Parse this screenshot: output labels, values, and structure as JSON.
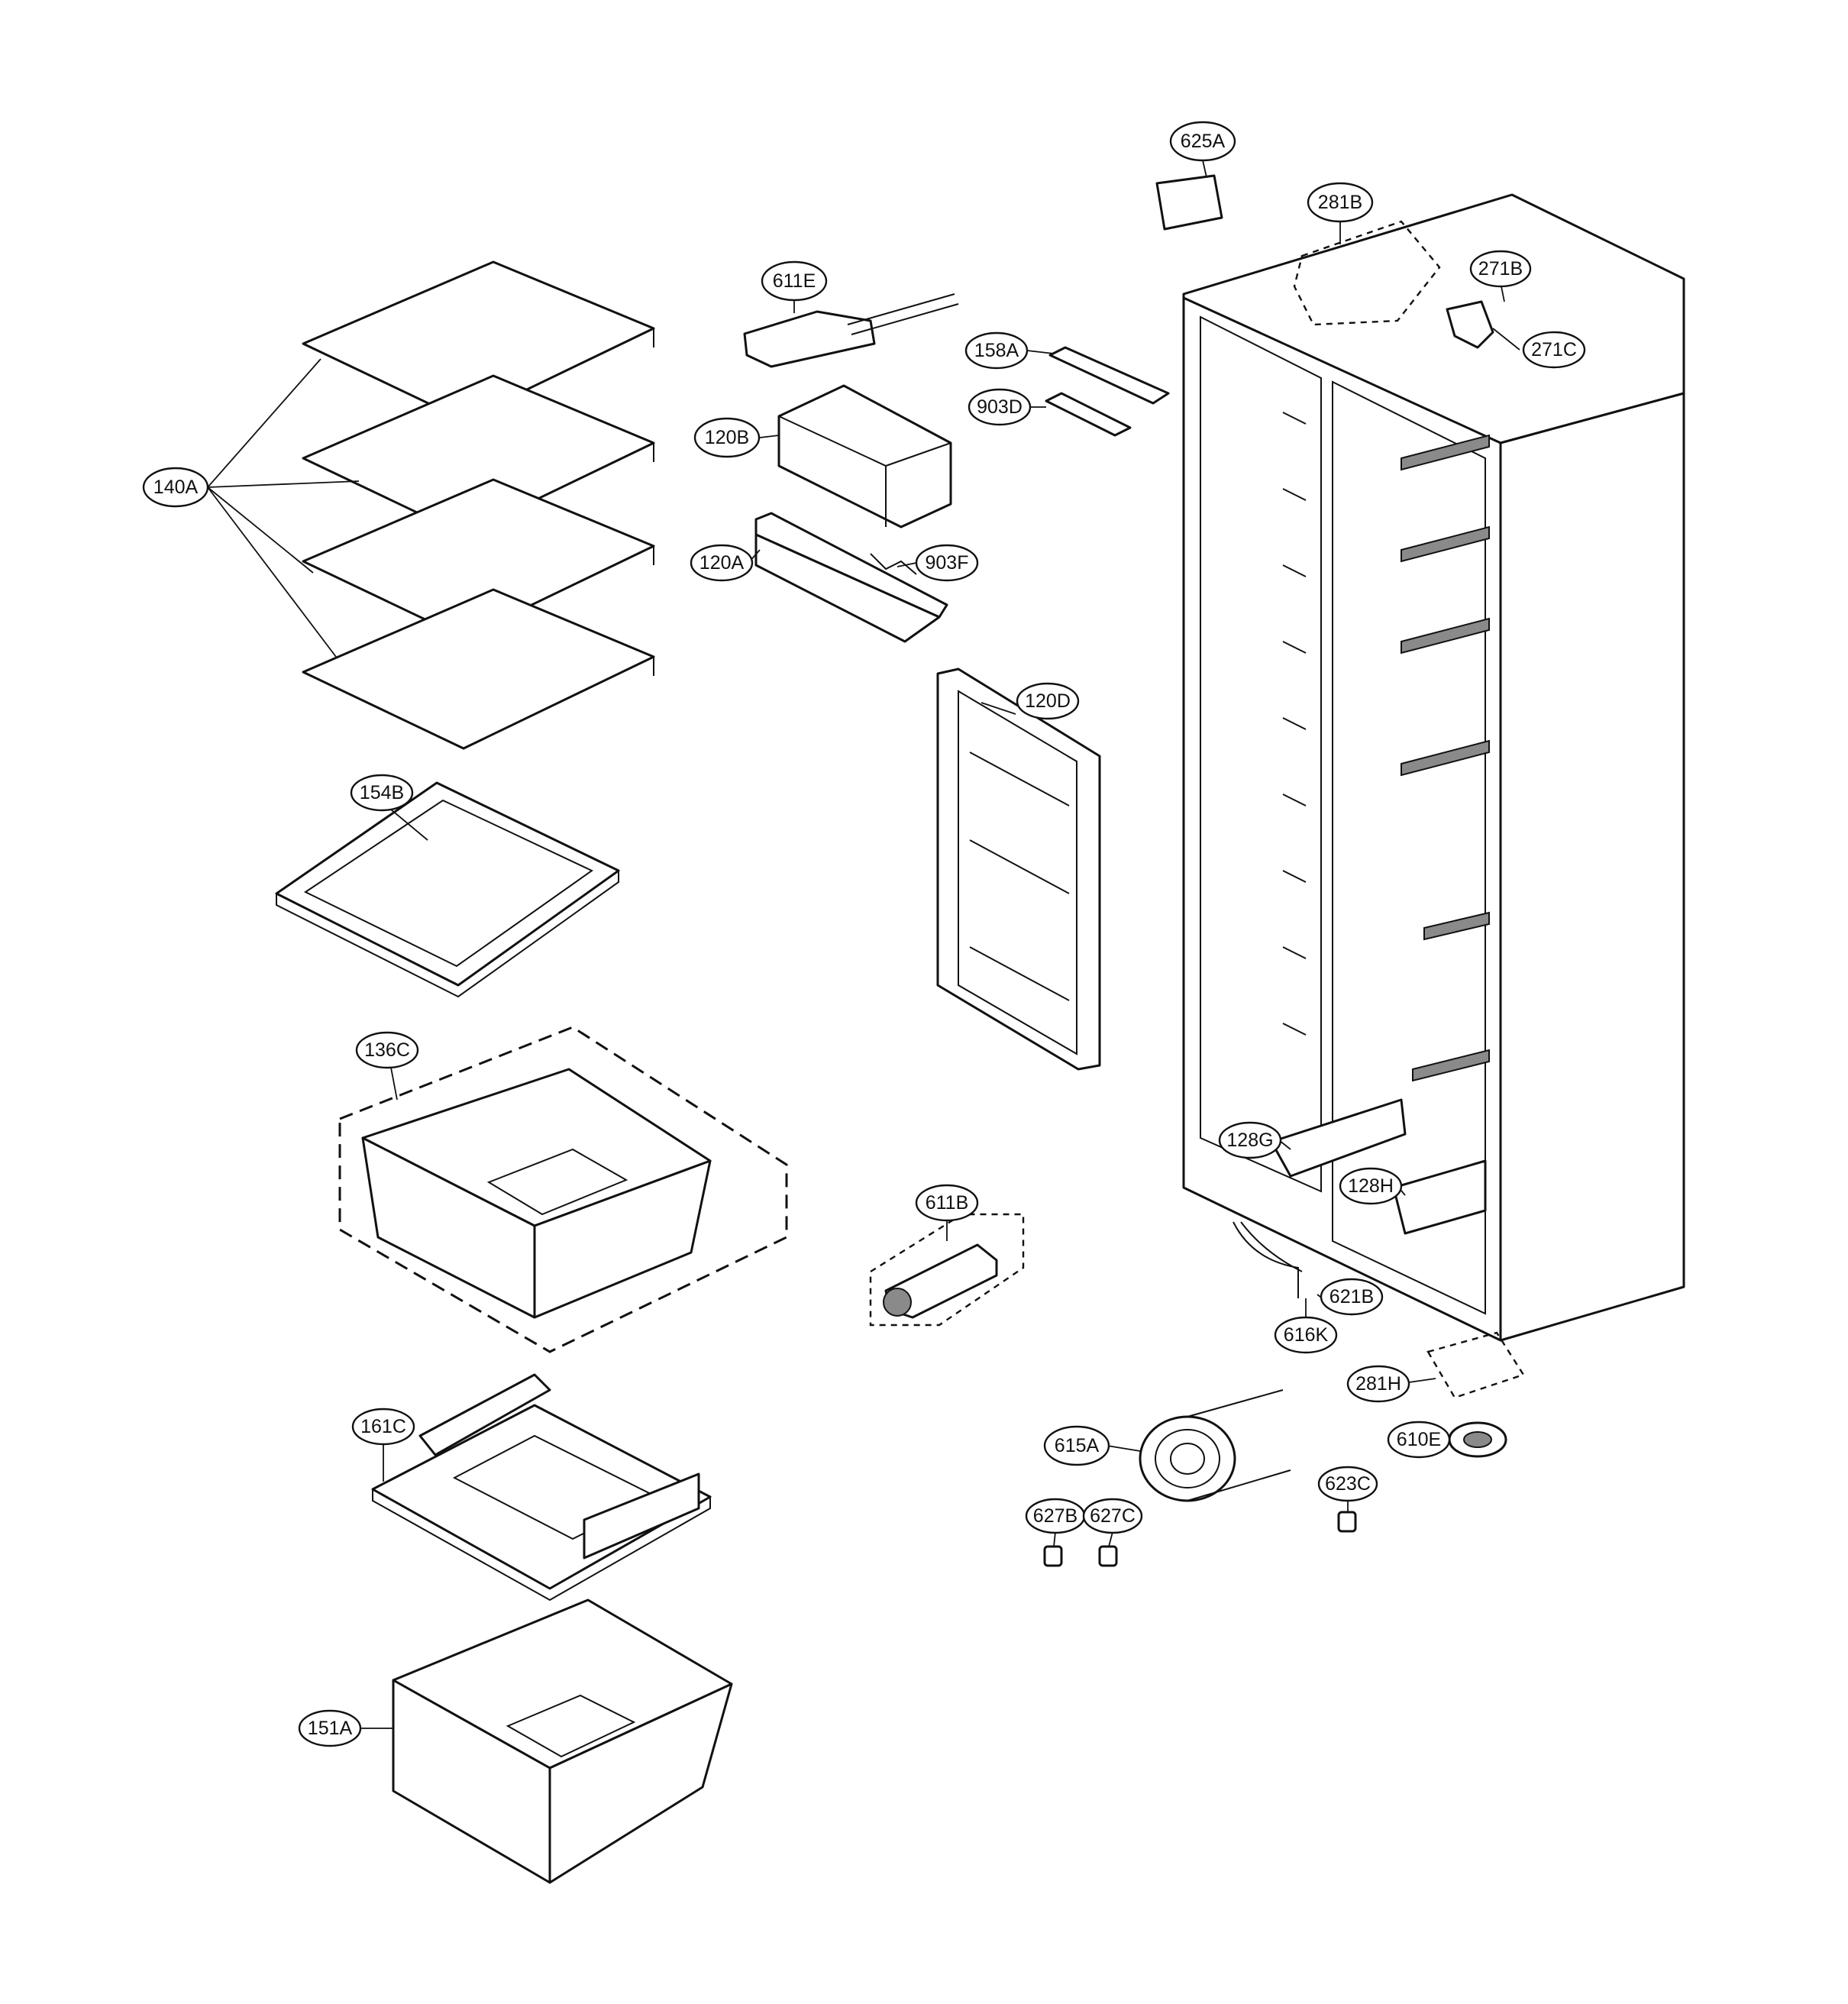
{
  "callouts": [
    {
      "id": "625A",
      "label": "625A"
    },
    {
      "id": "281B",
      "label": "281B"
    },
    {
      "id": "271B",
      "label": "271B"
    },
    {
      "id": "271C",
      "label": "271C"
    },
    {
      "id": "611E",
      "label": "611E"
    },
    {
      "id": "158A",
      "label": "158A"
    },
    {
      "id": "903D",
      "label": "903D"
    },
    {
      "id": "120B",
      "label": "120B"
    },
    {
      "id": "140A",
      "label": "140A"
    },
    {
      "id": "120A",
      "label": "120A"
    },
    {
      "id": "903F",
      "label": "903F"
    },
    {
      "id": "120D",
      "label": "120D"
    },
    {
      "id": "154B",
      "label": "154B"
    },
    {
      "id": "136C",
      "label": "136C"
    },
    {
      "id": "128G",
      "label": "128G"
    },
    {
      "id": "128H",
      "label": "128H"
    },
    {
      "id": "611B",
      "label": "611B"
    },
    {
      "id": "621B",
      "label": "621B"
    },
    {
      "id": "616K",
      "label": "616K"
    },
    {
      "id": "281H",
      "label": "281H"
    },
    {
      "id": "615A",
      "label": "615A"
    },
    {
      "id": "610E",
      "label": "610E"
    },
    {
      "id": "161C",
      "label": "161C"
    },
    {
      "id": "623C",
      "label": "623C"
    },
    {
      "id": "627B",
      "label": "627B"
    },
    {
      "id": "627C",
      "label": "627C"
    },
    {
      "id": "151A",
      "label": "151A"
    }
  ]
}
